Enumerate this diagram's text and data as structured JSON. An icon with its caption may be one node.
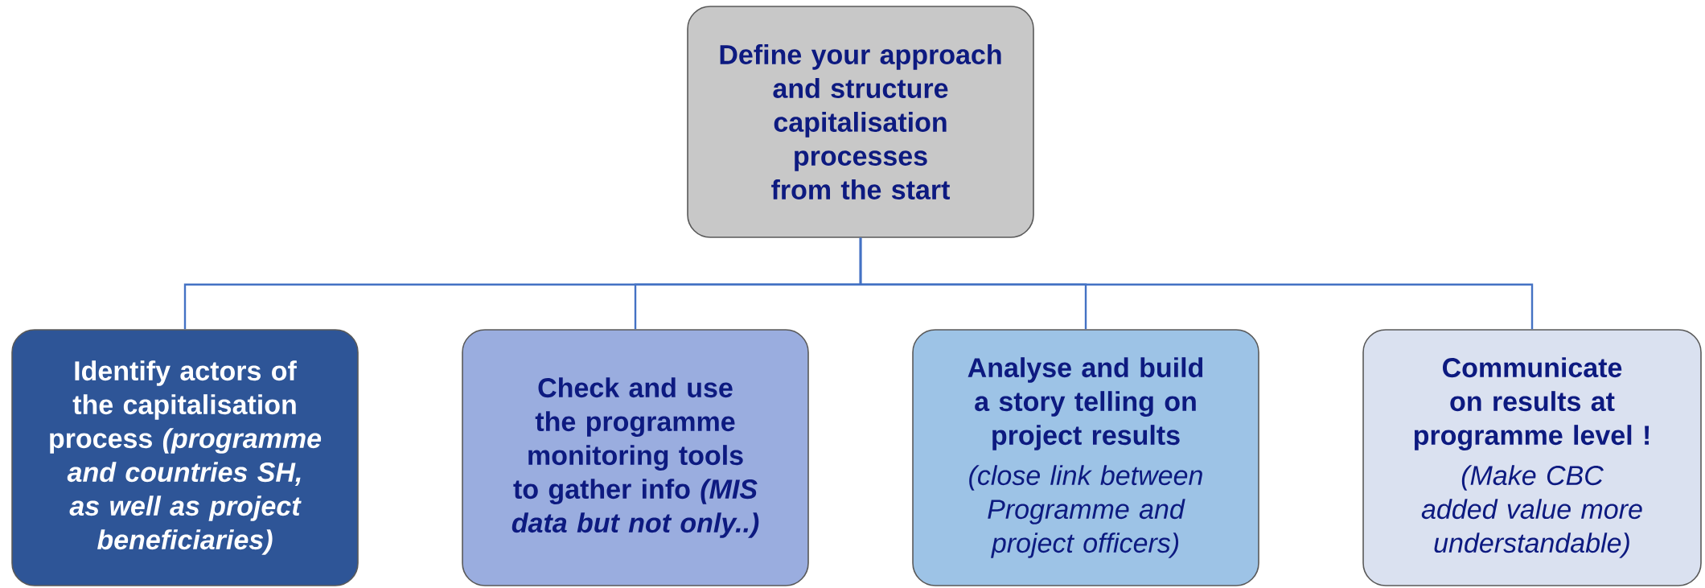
{
  "diagram": {
    "nodes": [
      {
        "text": [
          "Define your approach and structure capitalisation processes from the start"
        ]
      },
      {
        "text": [
          "Identify actors of the capitalisation process *(programme and countries  SH, as well as project beneficiaries)*"
        ]
      },
      {
        "text": [
          "Check and use the programme monitoring tools to gather info  *(MIS data but not only..)*"
        ]
      },
      {
        "text": [
          "Analyse and build a story telling on project results",
          "(close link  between Programme and project officers)"
        ]
      },
      {
        "text": [
          "Communicate on results at programme level !",
          "(Make CBC added value more understandable)"
        ]
      }
    ],
    "edges": [
      {
        "from": 0,
        "to": 1,
        "arrow": "none"
      },
      {
        "from": 0,
        "to": 2,
        "arrow": "none"
      },
      {
        "from": 0,
        "to": 3,
        "arrow": "none"
      },
      {
        "from": 0,
        "to": 4,
        "arrow": "none"
      }
    ]
  }
}
